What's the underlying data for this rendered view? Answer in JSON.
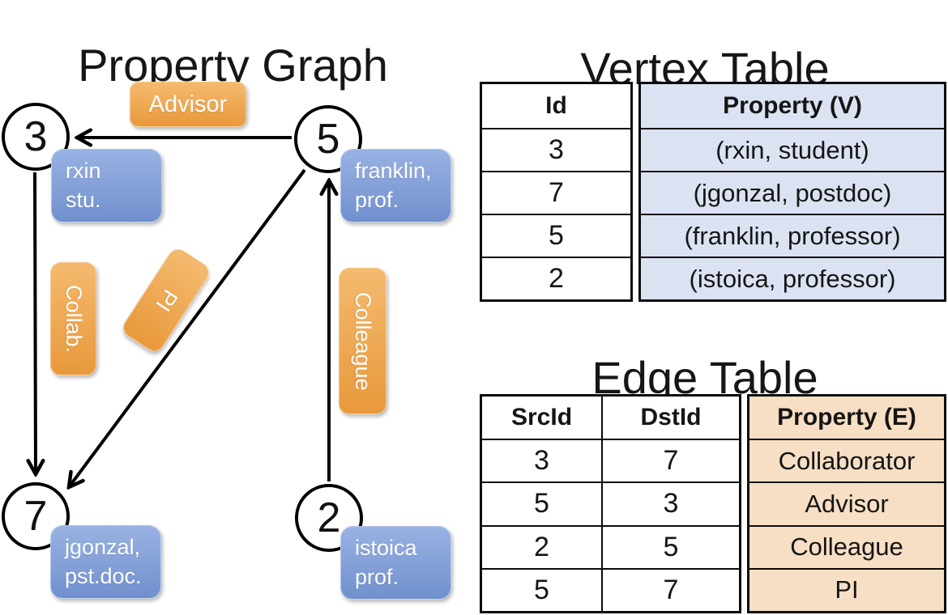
{
  "graph": {
    "title": "Property Graph",
    "nodes": [
      {
        "id": "3",
        "line1": "rxin",
        "line2": "stu."
      },
      {
        "id": "5",
        "line1": "franklin,",
        "line2": "prof."
      },
      {
        "id": "7",
        "line1": "jgonzal,",
        "line2": "pst.doc."
      },
      {
        "id": "2",
        "line1": "istoica",
        "line2": "prof."
      }
    ],
    "edge_labels": {
      "advisor": "Advisor",
      "collab": "Collab.",
      "pi": "PI",
      "colleague": "Colleague"
    }
  },
  "vertex_table": {
    "title": "Vertex Table",
    "columns": [
      "Id",
      "Property (V)"
    ],
    "rows": [
      [
        "3",
        "(rxin, student)"
      ],
      [
        "7",
        "(jgonzal, postdoc)"
      ],
      [
        "5",
        "(franklin, professor)"
      ],
      [
        "2",
        "(istoica, professor)"
      ]
    ]
  },
  "edge_table": {
    "title": "Edge Table",
    "columns": [
      "SrcId",
      "DstId",
      "Property (E)"
    ],
    "rows": [
      [
        "3",
        "7",
        "Collaborator"
      ],
      [
        "5",
        "3",
        "Advisor"
      ],
      [
        "2",
        "5",
        "Colleague"
      ],
      [
        "5",
        "7",
        "PI"
      ]
    ]
  },
  "colors": {
    "edge_label_orange": "#eda64e",
    "vertex_box_blue": "#84a1d8",
    "vertex_cell_bg": "#dbe3f3",
    "edge_cell_bg": "#f6dfc4",
    "line_black": "#000000"
  }
}
